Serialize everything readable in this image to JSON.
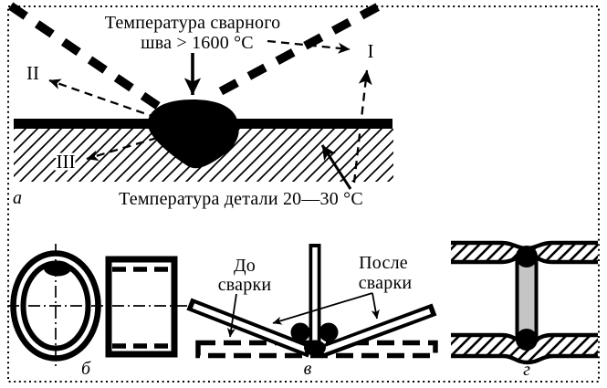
{
  "panel_a": {
    "label": "а",
    "weld_temp_line1": "Температура сварного",
    "weld_temp_line2": "шва > 1600 °C",
    "part_temp": "Температура детали 20—30 °C",
    "ray_i": "I",
    "ray_ii": "II",
    "ray_iii": "III"
  },
  "panel_b": {
    "label": "б"
  },
  "panel_v": {
    "label": "в",
    "before_line1": "До",
    "before_line2": "сварки",
    "after_line1": "После",
    "after_line2": "сварки"
  },
  "panel_g": {
    "label": "г"
  },
  "colors": {
    "ink": "#000000",
    "paper": "#ffffff",
    "filler_gray": "#c5c5c5"
  }
}
